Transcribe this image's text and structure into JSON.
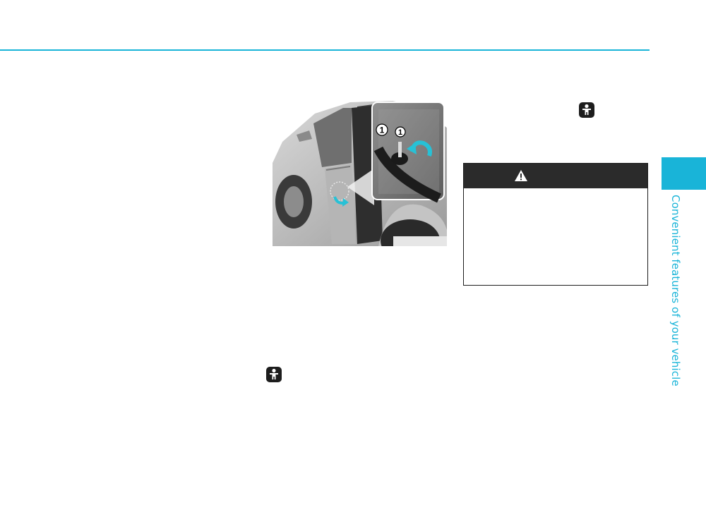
{
  "section": {
    "side_title": "Convenient features of your vehicle"
  },
  "figure": {
    "callout_main": "1",
    "callout_inset": "1"
  },
  "warning": {
    "icon": "warning-triangle-icon",
    "label": ""
  },
  "icons": {
    "child_lock": "child-figure-icon"
  },
  "colors": {
    "accent": "#19b4d8",
    "arrow": "#27c1d6",
    "warning_header": "#2b2b2b"
  }
}
